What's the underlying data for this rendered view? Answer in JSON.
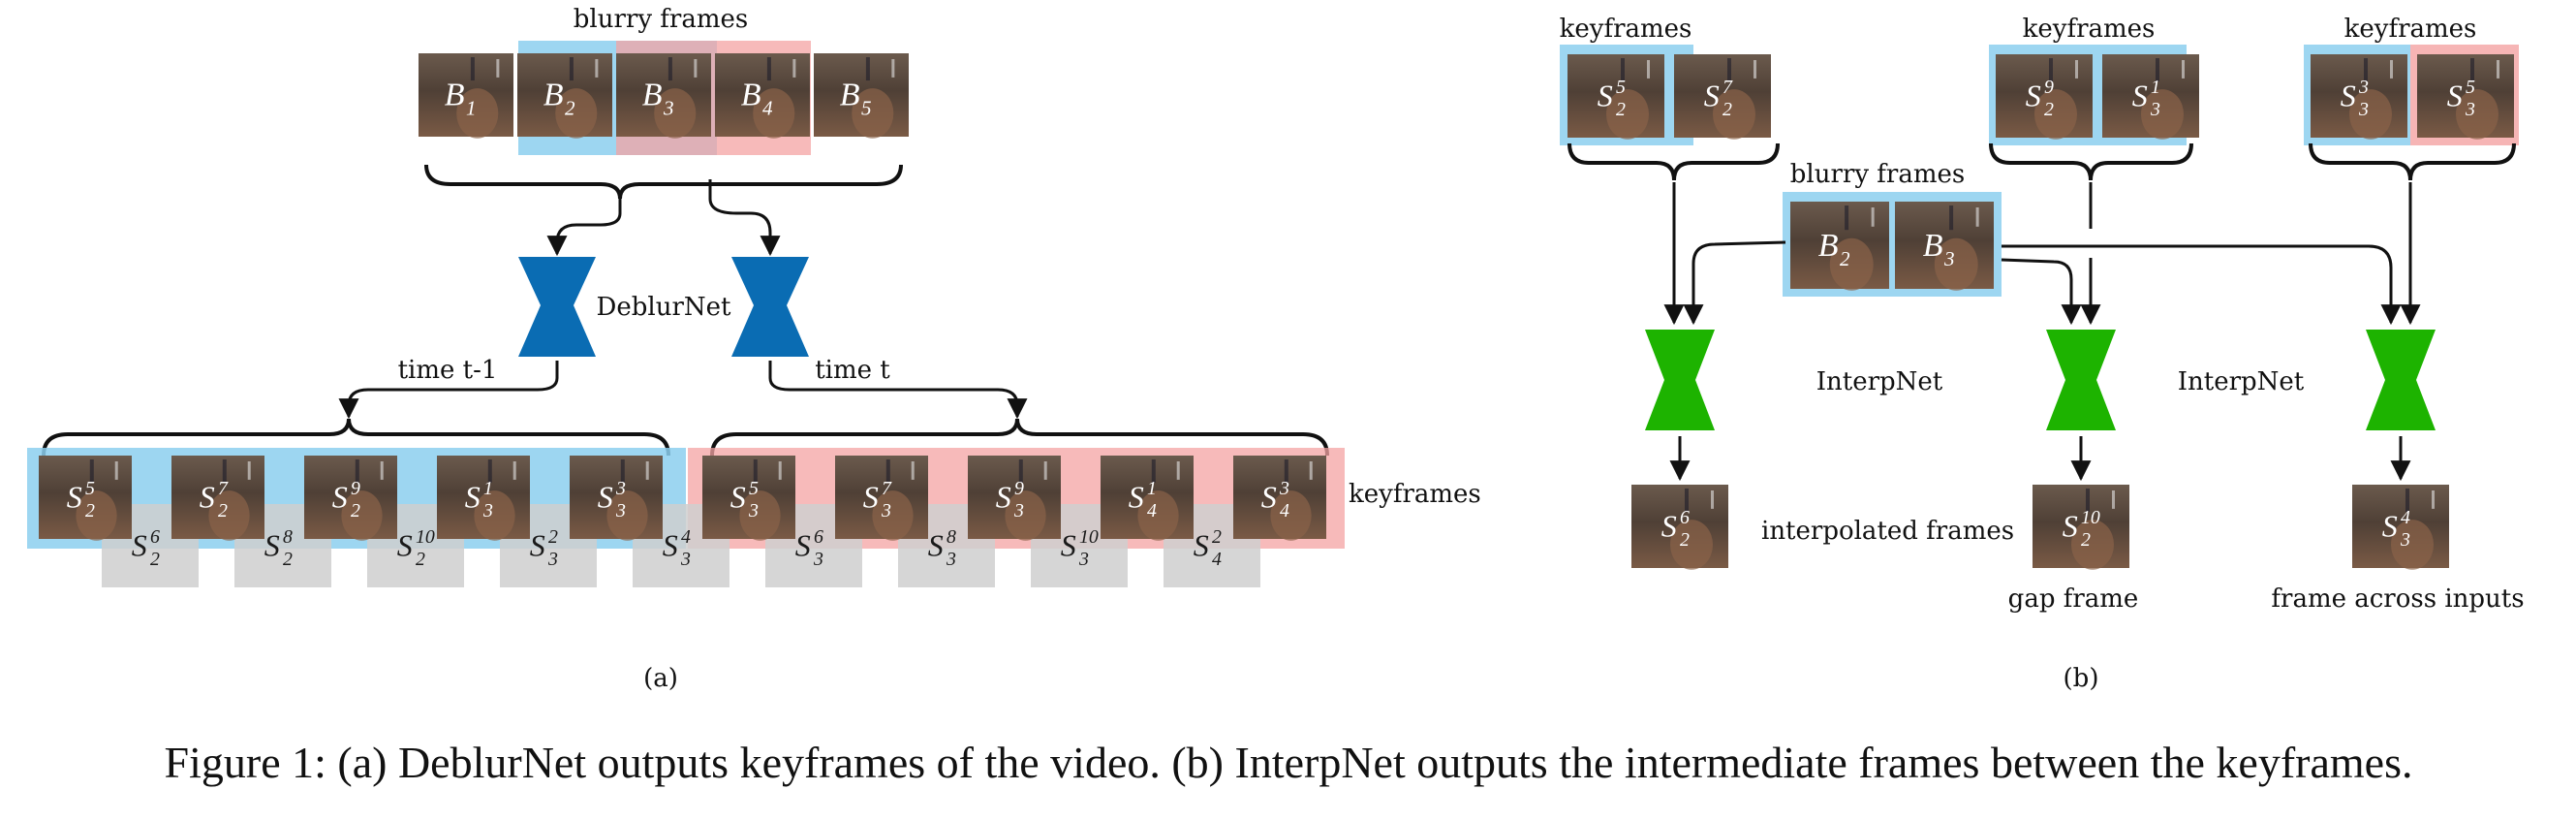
{
  "colors": {
    "blue_highlight": "#8ccfef",
    "red_highlight": "#f4a3a3",
    "gray_frame": "#cfcfcf",
    "net_blue": "#0a6cb3",
    "net_green": "#1db300"
  },
  "panel_a": {
    "top_label": "blurry frames",
    "net_label": "DeblurNet",
    "time_left": "time t-1",
    "time_right": "time t",
    "side_label": "keyframes",
    "sub_label": "(a)",
    "blurry": [
      {
        "base": "B",
        "sub": "1",
        "sup": ""
      },
      {
        "base": "B",
        "sub": "2",
        "sup": ""
      },
      {
        "base": "B",
        "sub": "3",
        "sup": ""
      },
      {
        "base": "B",
        "sub": "4",
        "sup": ""
      },
      {
        "base": "B",
        "sub": "5",
        "sup": ""
      }
    ],
    "keyframes": [
      {
        "base": "S",
        "sub": "2",
        "sup": "5"
      },
      {
        "base": "S",
        "sub": "2",
        "sup": "7"
      },
      {
        "base": "S",
        "sub": "2",
        "sup": "9"
      },
      {
        "base": "S",
        "sub": "3",
        "sup": "1"
      },
      {
        "base": "S",
        "sub": "3",
        "sup": "3"
      },
      {
        "base": "S",
        "sub": "3",
        "sup": "5"
      },
      {
        "base": "S",
        "sub": "3",
        "sup": "7"
      },
      {
        "base": "S",
        "sub": "3",
        "sup": "9"
      },
      {
        "base": "S",
        "sub": "4",
        "sup": "1"
      },
      {
        "base": "S",
        "sub": "4",
        "sup": "3"
      }
    ],
    "intermediate": [
      {
        "base": "S",
        "sub": "2",
        "sup": "6"
      },
      {
        "base": "S",
        "sub": "2",
        "sup": "8"
      },
      {
        "base": "S",
        "sub": "2",
        "sup": "10"
      },
      {
        "base": "S",
        "sub": "3",
        "sup": "2"
      },
      {
        "base": "S",
        "sub": "3",
        "sup": "4"
      },
      {
        "base": "S",
        "sub": "3",
        "sup": "6"
      },
      {
        "base": "S",
        "sub": "3",
        "sup": "8"
      },
      {
        "base": "S",
        "sub": "3",
        "sup": "10"
      },
      {
        "base": "S",
        "sub": "4",
        "sup": "2"
      }
    ]
  },
  "panel_b": {
    "keyframes_label": "keyframes",
    "blurry_label": "blurry frames",
    "net_label": "InterpNet",
    "out1_label": "interpolated frames",
    "out2_label": "gap frame",
    "out3_label": "frame across inputs",
    "sub_label": "(b)",
    "kf_group1": [
      {
        "base": "S",
        "sub": "2",
        "sup": "5"
      },
      {
        "base": "S",
        "sub": "2",
        "sup": "7"
      }
    ],
    "kf_group2": [
      {
        "base": "S",
        "sub": "2",
        "sup": "9"
      },
      {
        "base": "S",
        "sub": "3",
        "sup": "1"
      }
    ],
    "kf_group3": [
      {
        "base": "S",
        "sub": "3",
        "sup": "3"
      },
      {
        "base": "S",
        "sub": "3",
        "sup": "5"
      }
    ],
    "blurry": [
      {
        "base": "B",
        "sub": "2",
        "sup": ""
      },
      {
        "base": "B",
        "sub": "3",
        "sup": ""
      }
    ],
    "outputs": [
      {
        "base": "S",
        "sub": "2",
        "sup": "6"
      },
      {
        "base": "S",
        "sub": "2",
        "sup": "10"
      },
      {
        "base": "S",
        "sub": "3",
        "sup": "4"
      }
    ]
  },
  "caption": "Figure 1: (a) DeblurNet outputs keyframes of the video. (b) InterpNet outputs the intermediate frames between the keyframes."
}
